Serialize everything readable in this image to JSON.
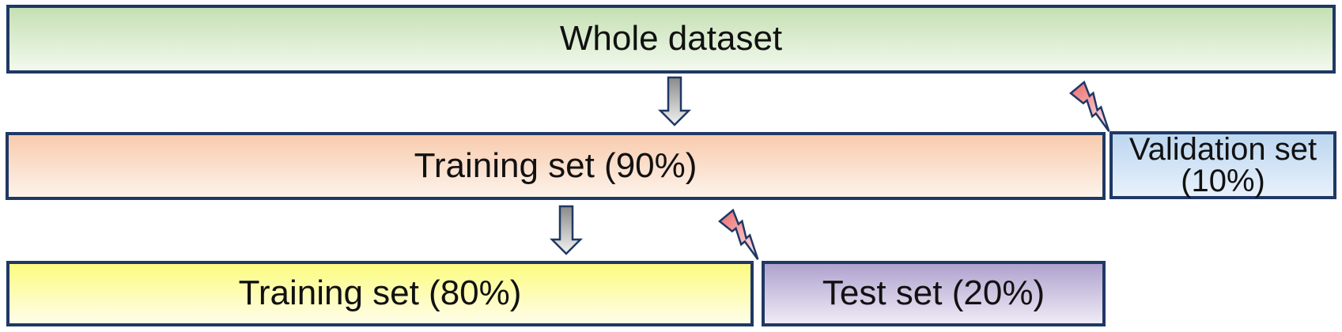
{
  "colors": {
    "background": "#FFFFFF",
    "border": "#1F3864",
    "text": "#111111"
  },
  "boxes": {
    "whole": {
      "label": "Whole dataset",
      "gradient": {
        "from": "#C5E0B4",
        "to": "#F2F9ED"
      }
    },
    "training90": {
      "label": "Training set (90%)",
      "gradient": {
        "from": "#F8CBAD",
        "to": "#FDF3EB"
      }
    },
    "validation": {
      "label_line1": "Validation set",
      "label_line2": "(10%)",
      "gradient": {
        "from": "#BCD6F0",
        "to": "#E8F1FB"
      }
    },
    "training80": {
      "label": "Training set (80%)",
      "gradient": {
        "from": "#FCFC80",
        "to": "#FEFDE9"
      }
    },
    "test": {
      "label": "Test set (20%)",
      "gradient": {
        "from": "#AFA2CE",
        "to": "#EFEBF6"
      }
    }
  },
  "icons": {
    "down_arrow": {
      "name": "down-arrow-icon",
      "gradient": {
        "from": "#8A8A8A",
        "to": "#F2F2F2"
      }
    },
    "lightning": {
      "name": "lightning-bolt-icon",
      "gradient": {
        "from": "#EB6A6A",
        "to": "#FCD9DF"
      }
    }
  }
}
